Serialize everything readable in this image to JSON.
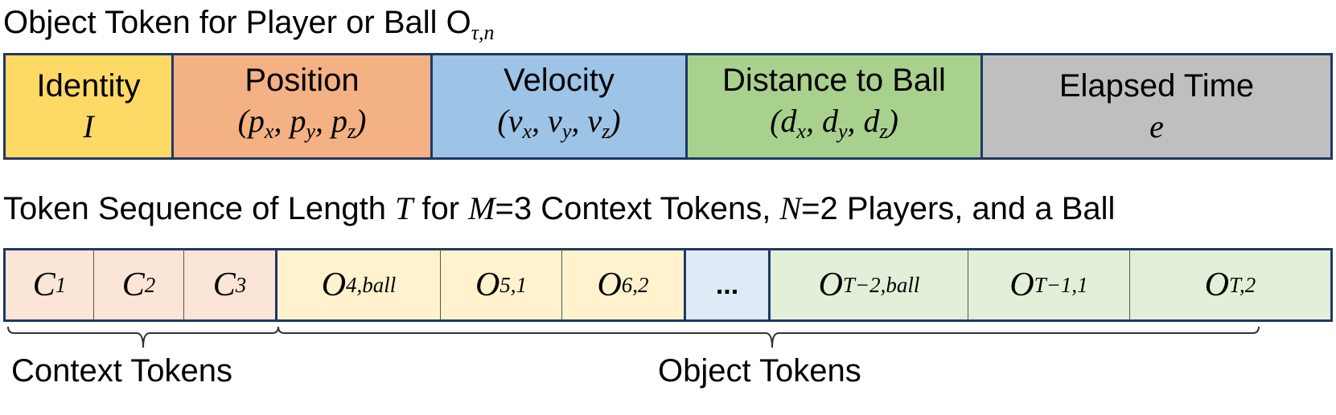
{
  "title_object_token": {
    "text": "Object Token for Player or Ball O",
    "subscript": "τ,n"
  },
  "attributes": [
    {
      "name": "Identity",
      "symbol": "I",
      "sub": "",
      "color": "#FFD966"
    },
    {
      "name": "Position",
      "symbol": "(p",
      "sub": "",
      "color": "#F4B183",
      "formula": [
        "p",
        "x",
        "p",
        "y",
        "p",
        "z"
      ]
    },
    {
      "name": "Velocity",
      "symbol": "(v",
      "sub": "",
      "color": "#9DC3E6",
      "formula": [
        "v",
        "x",
        "v",
        "y",
        "v",
        "z"
      ]
    },
    {
      "name": "Distance to Ball",
      "symbol": "(d",
      "sub": "",
      "color": "#A9D18E",
      "formula": [
        "d",
        "x",
        "d",
        "y",
        "d",
        "z"
      ]
    },
    {
      "name": "Elapsed Time",
      "symbol": "e",
      "sub": "",
      "color": "#BFBFBF"
    }
  ],
  "title_sequence": {
    "part1": "Token Sequence of Length ",
    "T": "T",
    "part2": " for ",
    "M": "M",
    "part3": "=3 Context Tokens, ",
    "N": "N",
    "part4": "=2 Players, and a Ball"
  },
  "sequence": [
    {
      "main": "C",
      "sub": "1",
      "group": "context",
      "color": "#FBE5D6"
    },
    {
      "main": "C",
      "sub": "2",
      "group": "context",
      "color": "#FBE5D6"
    },
    {
      "main": "C",
      "sub": "3",
      "group": "context",
      "color": "#FBE5D6"
    },
    {
      "main": "O",
      "sub": "4,ball",
      "group": "object-a",
      "color": "#FFF2CC"
    },
    {
      "main": "O",
      "sub": "5,1",
      "group": "object-a",
      "color": "#FFF2CC"
    },
    {
      "main": "O",
      "sub": "6,2",
      "group": "object-a",
      "color": "#FFF2CC"
    },
    {
      "main": "...",
      "sub": "",
      "group": "dots",
      "color": "#DEEBF7"
    },
    {
      "main": "O",
      "sub": "T−2,ball",
      "group": "object-b",
      "color": "#E2F0D9"
    },
    {
      "main": "O",
      "sub": "T−1,1",
      "group": "object-b",
      "color": "#E2F0D9"
    },
    {
      "main": "O",
      "sub": "T,2",
      "group": "object-b",
      "color": "#E2F0D9"
    }
  ],
  "labels": {
    "context": "Context Tokens",
    "object": "Object Tokens"
  },
  "colors": {
    "border": "#1F3864",
    "brace": "#333333"
  }
}
